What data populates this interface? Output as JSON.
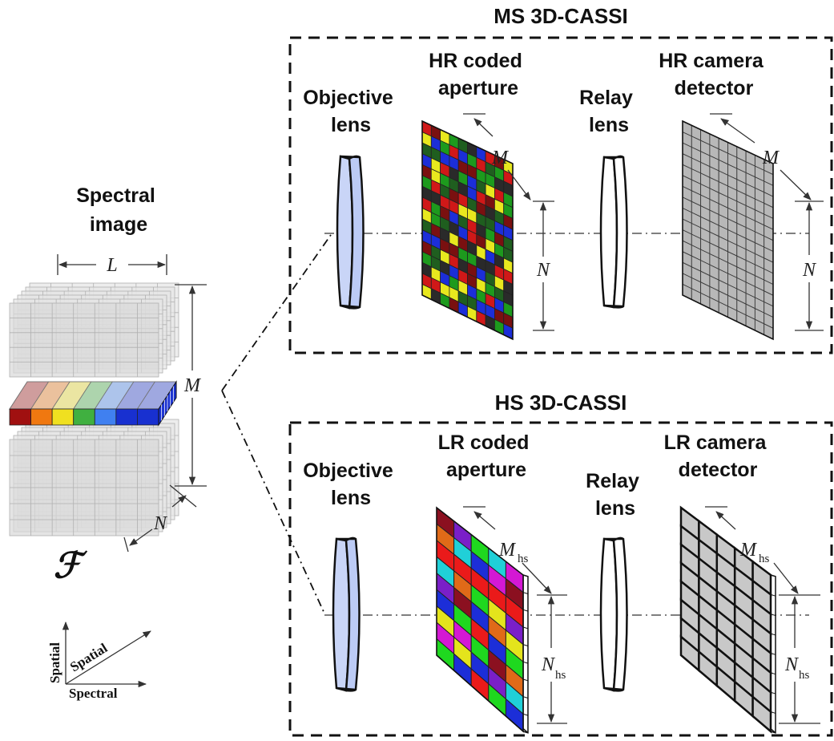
{
  "ms_system": {
    "title": "MS 3D-CASSI",
    "objective_lens": [
      "Objective",
      "lens"
    ],
    "coded_aperture": [
      "HR coded",
      "aperture"
    ],
    "relay_lens": [
      "Relay",
      "lens"
    ],
    "detector": [
      "HR camera",
      "detector"
    ],
    "dim_m": "M",
    "dim_n": "N",
    "aperture_colors": [
      "#d01818",
      "#1d9a1d",
      "#1c2ed8",
      "#e8e81e",
      "#2a2a2a",
      "#7a1010",
      "#1f5e1f"
    ]
  },
  "hs_system": {
    "title": "HS 3D-CASSI",
    "objective_lens": [
      "Objective",
      "lens"
    ],
    "coded_aperture": [
      "LR coded",
      "aperture"
    ],
    "relay_lens": [
      "Relay",
      "lens"
    ],
    "detector": [
      "LR camera",
      "detector"
    ],
    "dim_m": "M",
    "dim_m_sub": "hs",
    "dim_n": "N",
    "dim_n_sub": "hs",
    "aperture_colors": [
      "#8b1020",
      "#d418d4",
      "#1c2ed8",
      "#20d0d8",
      "#e06a18",
      "#1fd81f",
      "#e4e41c",
      "#7a1fc8",
      "#ea1a1a"
    ]
  },
  "spectral_image": {
    "title": [
      "Spectral",
      "image"
    ],
    "dim_l": "L",
    "dim_m": "M",
    "dim_n": "N",
    "symbol": "ℱ",
    "band_colors": [
      "#a01010",
      "#f07810",
      "#f0e020",
      "#40b040",
      "#4080f0",
      "#1830d0",
      "#1830d0"
    ]
  },
  "axes": {
    "vertical": "Spatial",
    "diagonal": "Spatial",
    "horizontal": "Spectral"
  }
}
